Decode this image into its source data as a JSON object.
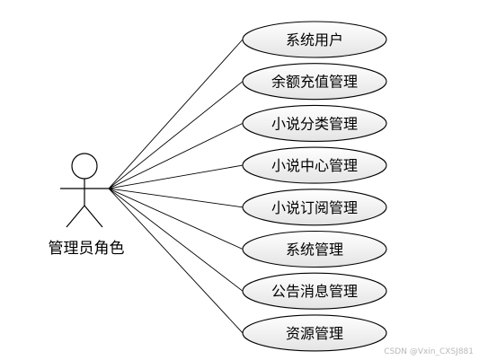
{
  "actor": {
    "label": "管理员角色"
  },
  "use_cases": [
    {
      "label": "系统用户"
    },
    {
      "label": "余额充值管理"
    },
    {
      "label": "小说分类管理"
    },
    {
      "label": "小说中心管理"
    },
    {
      "label": "小说订阅管理"
    },
    {
      "label": "系统管理"
    },
    {
      "label": "公告消息管理"
    },
    {
      "label": "资源管理"
    }
  ],
  "watermark": "CSDN @Vxin_CXSJ881",
  "colors": {
    "stroke": "#000000",
    "ellipse_gradient_top": "#ffffff",
    "ellipse_gradient_bottom": "#e6e6e6",
    "actor_fill": "#ffffff",
    "watermark": "#b8b8b8"
  }
}
